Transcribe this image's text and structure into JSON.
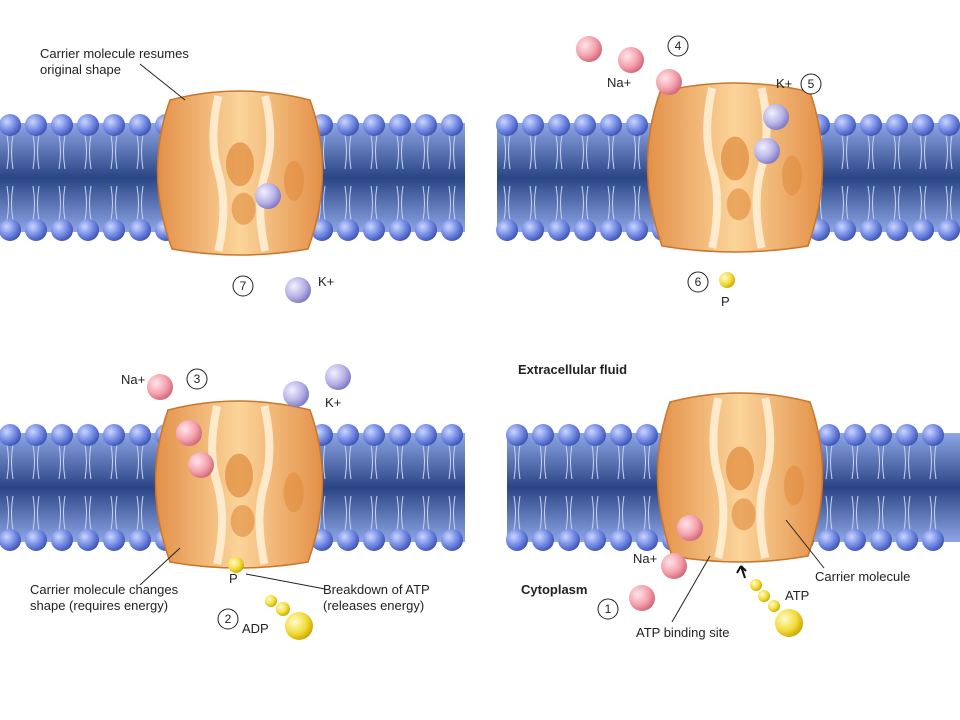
{
  "colors": {
    "membrane_dark": "#2a4585",
    "membrane_light": "#6d8ad0",
    "head": "#6f86e2",
    "protein": "#f2b470",
    "protein_dark": "#e08a3a",
    "sodium": "#f4a1ad",
    "potassium": "#b7b2e6",
    "atp": "#f3dc3a"
  },
  "panels": {
    "p7": {
      "step": "7",
      "callout": "Carrier molecule resumes",
      "callout2": "original shape",
      "k_label": "K+"
    },
    "p45": {
      "step4": "4",
      "step5": "5",
      "step6": "6",
      "na_label": "Na+",
      "k_label": "K+",
      "p_label": "P"
    },
    "p3": {
      "step3": "3",
      "step2": "2",
      "na_label": "Na+",
      "k_label": "K+",
      "p_label": "P",
      "adp_label": "ADP",
      "shape_line1": "Carrier molecule changes",
      "shape_line2": "shape (requires energy)",
      "atp_line1": "Breakdown of ATP",
      "atp_line2": "(releases energy)"
    },
    "p1": {
      "step1": "1",
      "extracellular": "Extracellular fluid",
      "cytoplasm": "Cytoplasm",
      "na_label": "Na+",
      "atp_label": "ATP",
      "binding_site": "ATP binding site",
      "carrier": "Carrier molecule"
    }
  }
}
